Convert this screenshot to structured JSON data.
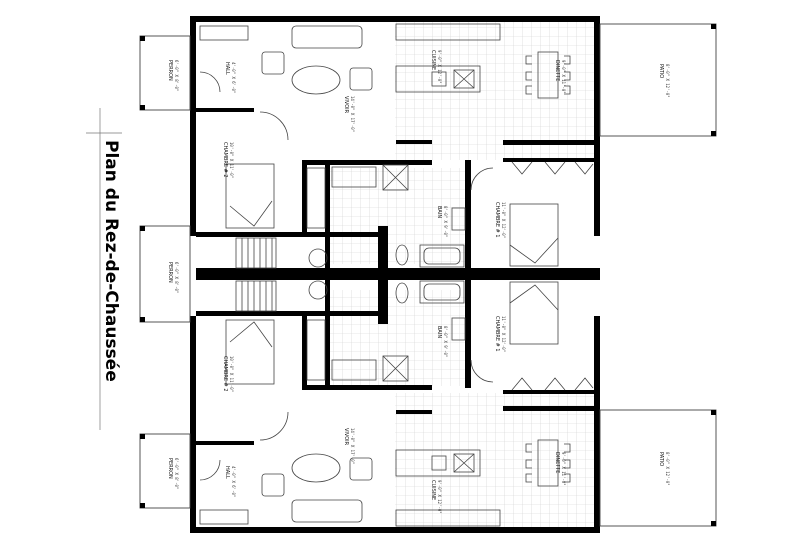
{
  "title": "Plan du Rez-de-Chaussée",
  "rooms": {
    "hall": "HALL",
    "perron": "PERRON",
    "vivoir": "VIVOIR",
    "cuisine": "CUISINE",
    "dinette": "DINETTE",
    "patio": "PATIO",
    "bain": "BAIN",
    "chambre1": "CHAMBRE # 1",
    "chambre2": "CHAMBRE # 2"
  },
  "dims": {
    "hall": "4'-0\" X 6'-0\"",
    "perron": "6'-0\" X 8'-0\"",
    "vivoir": "14'-0\" X 17'-0\"",
    "cuisine": "9'-0\" X 12'-0\"",
    "dinette": "9'-0\" X 11'-0\"",
    "patio": "8'-0\" X 12'-0\"",
    "bain": "8'-0\" X 9'-0\"",
    "chambre1": "11'-0\" X 12'-0\"",
    "chambre2": "10'-0\" X 11'-0\""
  },
  "colors": {
    "wall": "#000000",
    "line": "#444444",
    "grid": "#cfcfcf",
    "paper": "#ffffff"
  }
}
